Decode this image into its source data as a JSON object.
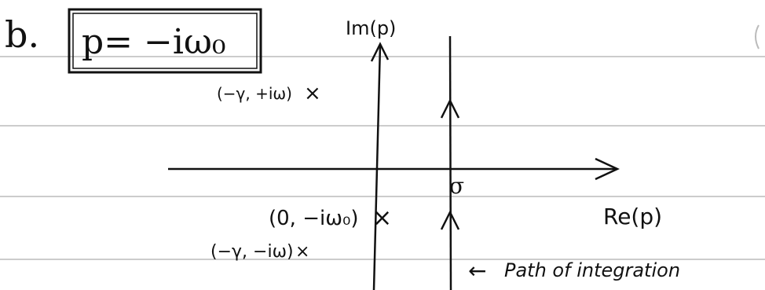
{
  "part_label": "b.",
  "boxed_equation": "p= −iω₀",
  "axes": {
    "imag_label": "Im(p)",
    "real_label": "Re(p)"
  },
  "contour": {
    "sigma_label": "σ",
    "path_label": "Path of integration",
    "arrow_glyph": "←"
  },
  "poles": [
    {
      "label": "(−γ, +iω)",
      "marker": "×"
    },
    {
      "label": "(0, −iω₀)",
      "marker": "×"
    },
    {
      "label": "(−γ, −iω)",
      "marker": "×"
    }
  ]
}
